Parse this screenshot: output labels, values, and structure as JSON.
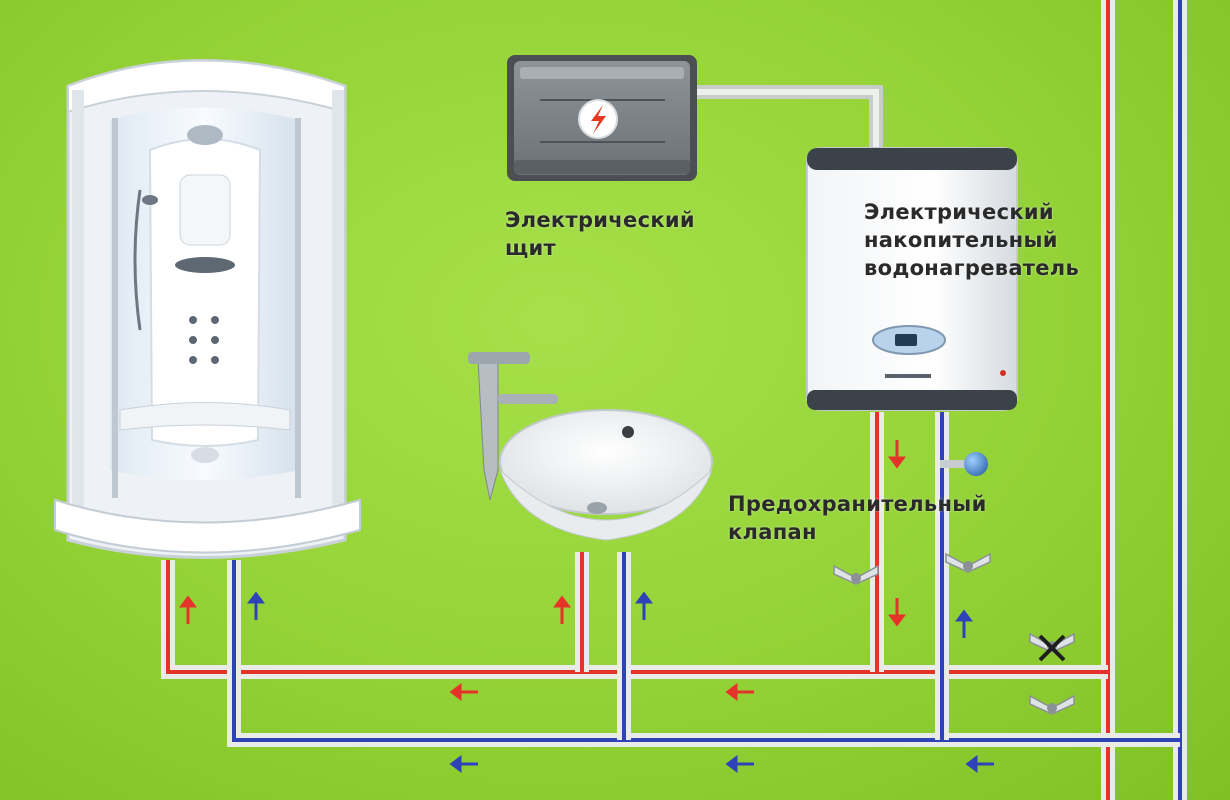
{
  "labels": {
    "panel": [
      "Электрический",
      "щит"
    ],
    "heater": [
      "Электрический",
      "накопительный",
      "водонагреватель"
    ],
    "valve": [
      "Предохранительный",
      "клапан"
    ]
  },
  "colors": {
    "background": "#93d236",
    "hot_pipe": "#e5332a",
    "cold_pipe": "#2e43b8",
    "pipe_casing": "#e9ece6",
    "arrow_hot": "#e5332a",
    "arrow_cold": "#2e43b8",
    "text": "#2a2a2a"
  },
  "icons": {
    "panel_icon": "lightning-icon",
    "hot_flow": "arrow-icon",
    "cold_flow": "arrow-icon",
    "valves": "valve-icon"
  }
}
